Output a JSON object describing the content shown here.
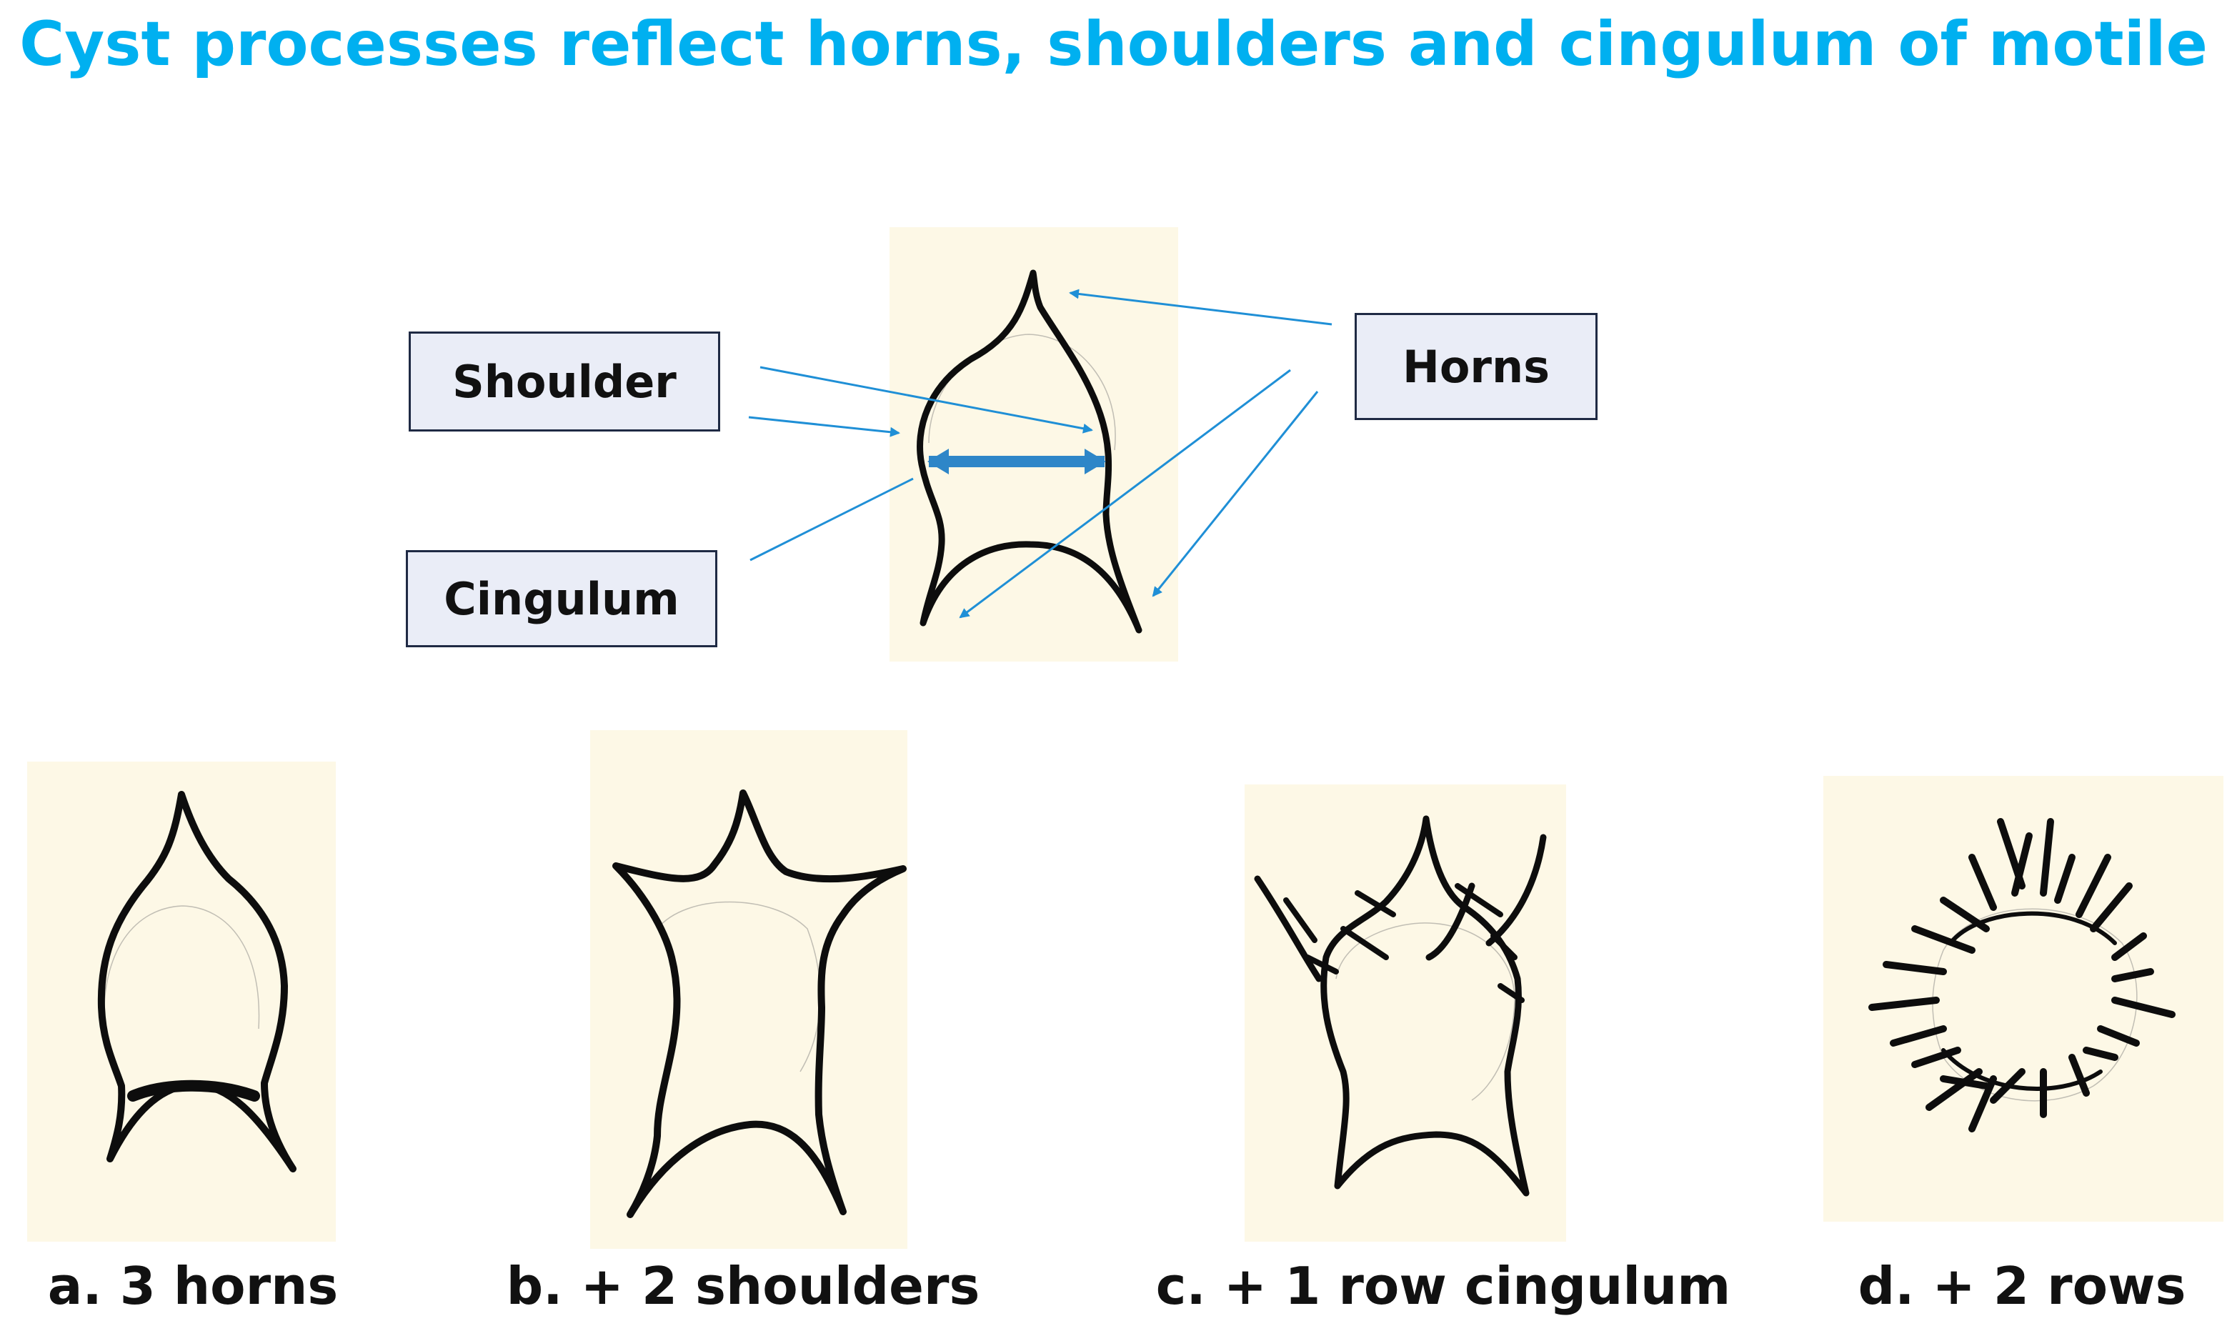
{
  "title": "Cyst processes reflect horns, shoulders and cingulum of motile",
  "labels": {
    "shoulder": "Shoulder",
    "cingulum": "Cingulum",
    "horns": "Horns"
  },
  "captions": [
    "a. 3 horns",
    "b. + 2 shoulders",
    "c. + 1 row cingulum",
    "d. + 2 rows"
  ],
  "colors": {
    "title": "#00b0f0",
    "arrow": "#1f8fd6",
    "panel": "#fdf8e6",
    "callout_fill": "#eaedf7"
  }
}
